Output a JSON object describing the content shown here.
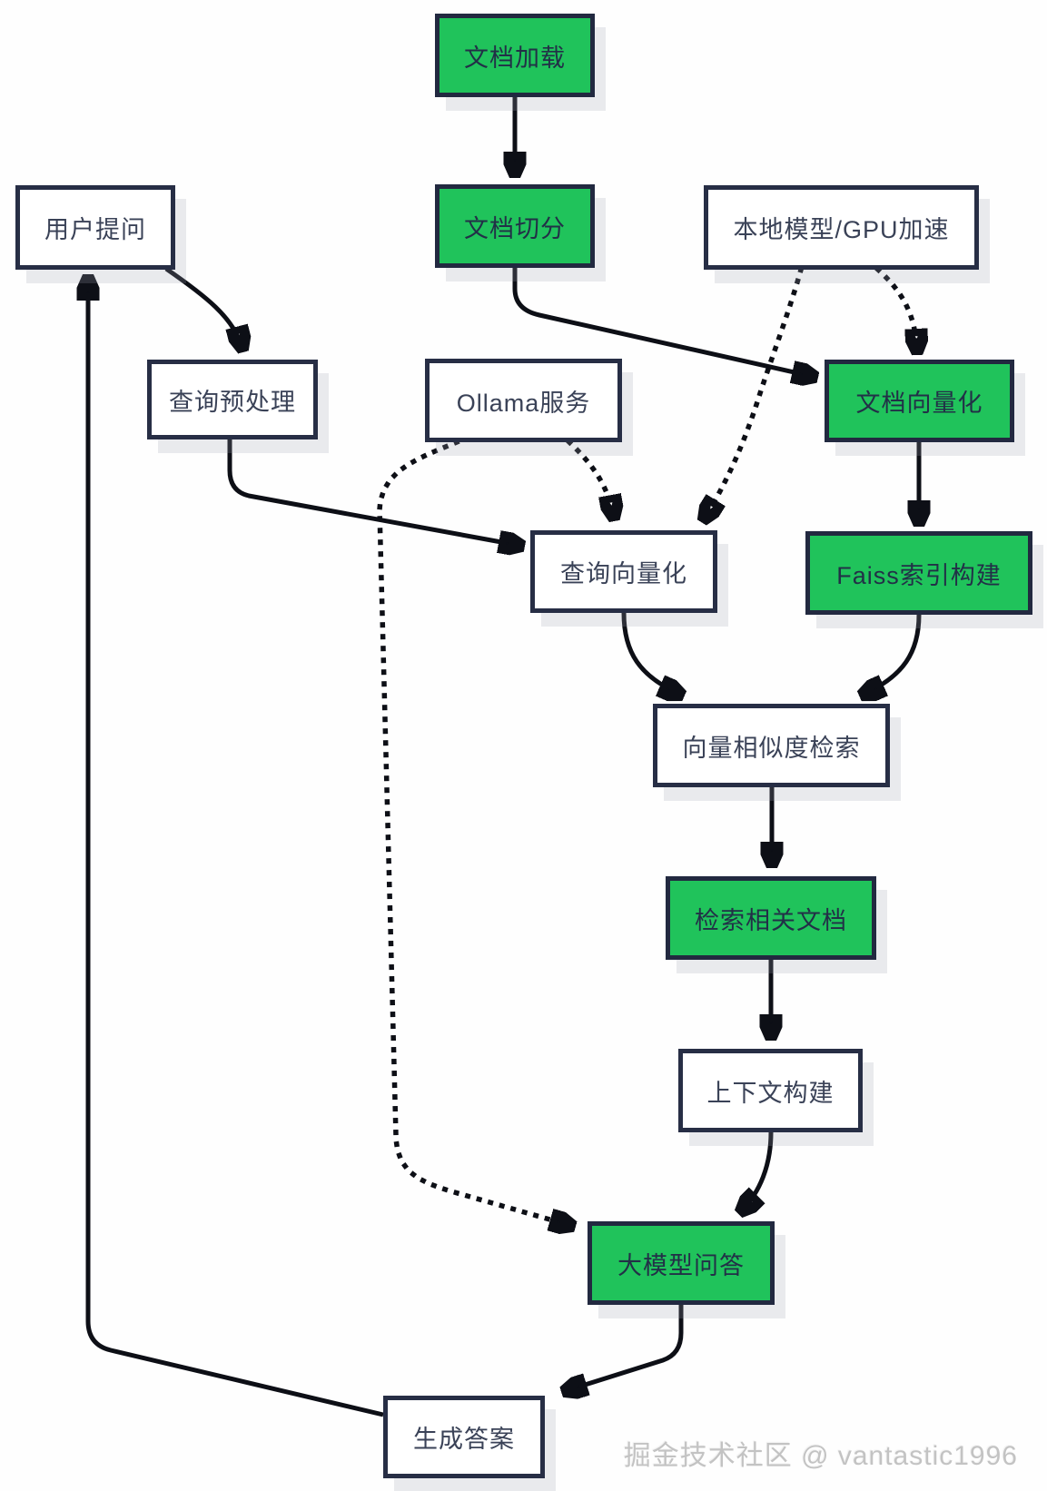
{
  "diagram": {
    "watermark": "掘金技术社区 @ vantastic1996",
    "colors": {
      "node_green": "#20c35b",
      "node_white": "#ffffff",
      "border": "#272e45",
      "text": "#3a4257",
      "arrow": "#0d0f16",
      "watermark": "#c3c3c3",
      "background": "#fefefe"
    },
    "nodes": [
      {
        "id": "doc-load",
        "label": "文档加载",
        "variant": "green"
      },
      {
        "id": "doc-split",
        "label": "文档切分",
        "variant": "green"
      },
      {
        "id": "local-model-gpu",
        "label": "本地模型/GPU加速",
        "variant": "white"
      },
      {
        "id": "user-question",
        "label": "用户提问",
        "variant": "white"
      },
      {
        "id": "query-preprocess",
        "label": "查询预处理",
        "variant": "white"
      },
      {
        "id": "ollama-service",
        "label": "Ollama服务",
        "variant": "white"
      },
      {
        "id": "doc-vectorize",
        "label": "文档向量化",
        "variant": "green"
      },
      {
        "id": "faiss-index-build",
        "label": "Faiss索引构建",
        "variant": "green"
      },
      {
        "id": "query-vectorize",
        "label": "查询向量化",
        "variant": "white"
      },
      {
        "id": "vector-similarity-search",
        "label": "向量相似度检索",
        "variant": "white"
      },
      {
        "id": "retrieve-related-docs",
        "label": "检索相关文档",
        "variant": "green"
      },
      {
        "id": "context-build",
        "label": "上下文构建",
        "variant": "white"
      },
      {
        "id": "llm-qa",
        "label": "大模型问答",
        "variant": "green"
      },
      {
        "id": "generate-answer",
        "label": "生成答案",
        "variant": "white"
      }
    ],
    "edges": [
      {
        "from": "doc-load",
        "to": "doc-split",
        "style": "solid"
      },
      {
        "from": "doc-split",
        "to": "doc-vectorize",
        "style": "solid"
      },
      {
        "from": "local-model-gpu",
        "to": "doc-vectorize",
        "style": "dotted"
      },
      {
        "from": "local-model-gpu",
        "to": "query-vectorize",
        "style": "dotted"
      },
      {
        "from": "ollama-service",
        "to": "query-vectorize",
        "style": "dotted"
      },
      {
        "from": "ollama-service",
        "to": "llm-qa",
        "style": "dotted"
      },
      {
        "from": "user-question",
        "to": "query-preprocess",
        "style": "solid"
      },
      {
        "from": "query-preprocess",
        "to": "query-vectorize",
        "style": "solid"
      },
      {
        "from": "doc-vectorize",
        "to": "faiss-index-build",
        "style": "solid"
      },
      {
        "from": "query-vectorize",
        "to": "vector-similarity-search",
        "style": "solid"
      },
      {
        "from": "faiss-index-build",
        "to": "vector-similarity-search",
        "style": "solid"
      },
      {
        "from": "vector-similarity-search",
        "to": "retrieve-related-docs",
        "style": "solid"
      },
      {
        "from": "retrieve-related-docs",
        "to": "context-build",
        "style": "solid"
      },
      {
        "from": "context-build",
        "to": "llm-qa",
        "style": "solid"
      },
      {
        "from": "llm-qa",
        "to": "generate-answer",
        "style": "solid"
      },
      {
        "from": "generate-answer",
        "to": "user-question",
        "style": "solid"
      }
    ]
  }
}
